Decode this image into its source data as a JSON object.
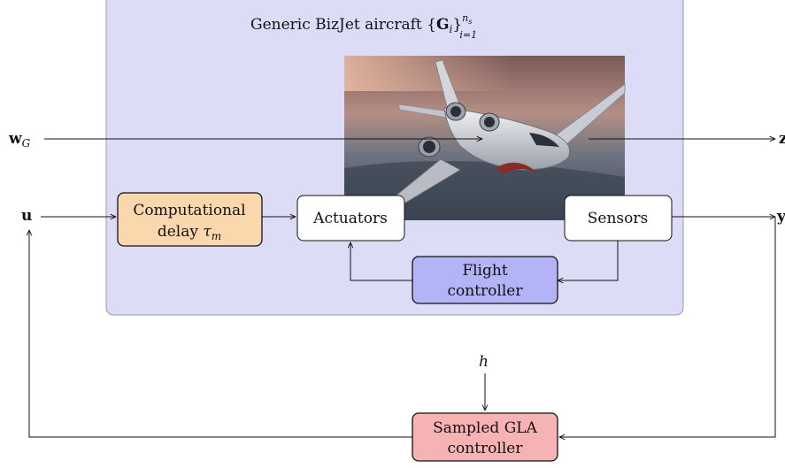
{
  "title": {
    "prefix": "Generic BizJet aircraft {",
    "G": "G",
    "i": "i",
    "close": "}",
    "sup": "n",
    "sup_sub": "s",
    "sub": "i=1"
  },
  "signals": {
    "wG_base": "w",
    "wG_sub": "G",
    "z": "z",
    "u": "u",
    "y": "y",
    "h": "h"
  },
  "blocks": {
    "delay": {
      "line1": "Computational",
      "line2_prefix": "delay ",
      "tau": "τ",
      "tau_sub": "m"
    },
    "actuators": "Actuators",
    "sensors": "Sensors",
    "flight": {
      "line1": "Flight",
      "line2": "controller"
    },
    "gla": {
      "line1": "Sampled GLA",
      "line2": "controller"
    }
  },
  "colors": {
    "panel_fill": "#dcdcf7",
    "panel_stroke": "#9a9aa8",
    "delay_fill": "#fad7ac",
    "flight_fill": "#b3b3f7",
    "gla_fill": "#f7b3b3",
    "box_white": "#ffffff"
  },
  "image": {
    "icon": "bizjet-aircraft-photo"
  }
}
